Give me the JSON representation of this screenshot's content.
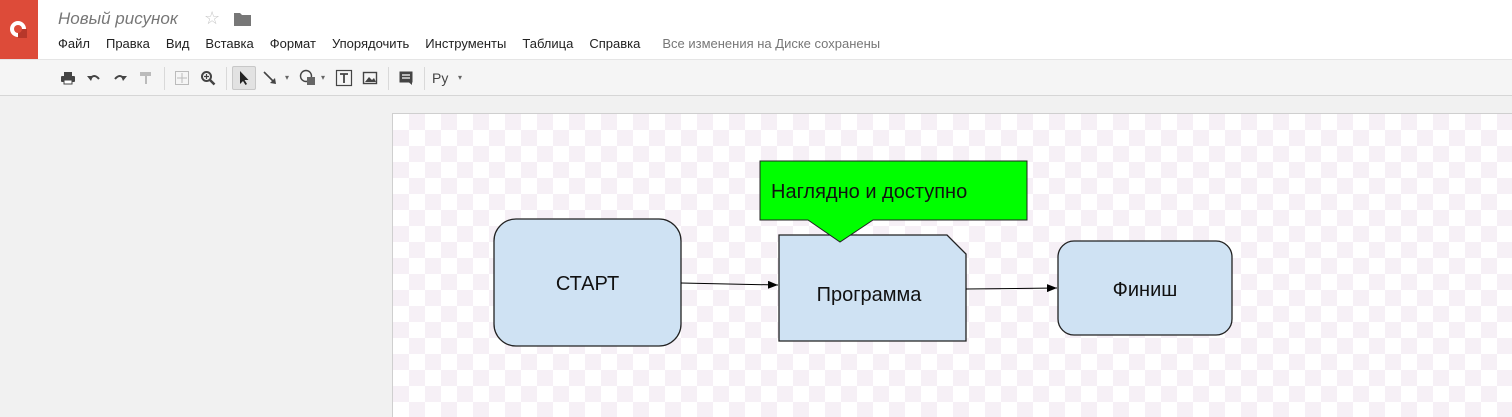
{
  "app": {
    "title": "Новый рисунок",
    "accent_color": "#dd4b39"
  },
  "menu": {
    "items": [
      "Файл",
      "Правка",
      "Вид",
      "Вставка",
      "Формат",
      "Упорядочить",
      "Инструменты",
      "Таблица",
      "Справка"
    ],
    "save_status": "Все изменения на Диске сохранены"
  },
  "toolbar": {
    "icons": [
      "print-icon",
      "undo-icon",
      "redo-icon",
      "paint-format-icon",
      "snap-to-grid-icon",
      "zoom-icon",
      "select-cursor-icon",
      "line-icon",
      "shape-icon",
      "text-box-icon",
      "image-icon",
      "comment-icon"
    ],
    "language_label": "Ру",
    "active_tool": "select-cursor-icon"
  },
  "diagram": {
    "nodes": {
      "start": {
        "label": "СТАРТ",
        "fill": "#cfe2f3"
      },
      "program": {
        "label": "Программа",
        "fill": "#cfe2f3"
      },
      "finish": {
        "label": "Финиш",
        "fill": "#cfe2f3"
      }
    },
    "callout": {
      "label": "Наглядно и доступно",
      "fill": "#00ff00"
    },
    "edges": [
      {
        "from": "start",
        "to": "program"
      },
      {
        "from": "program",
        "to": "finish"
      }
    ]
  }
}
